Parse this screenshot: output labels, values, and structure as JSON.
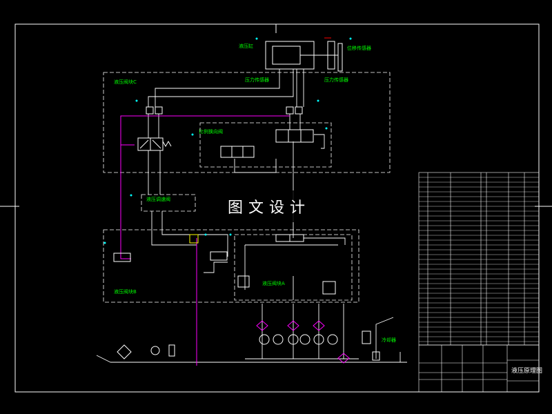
{
  "labels": {
    "cylinder": "液压缸",
    "displacement_sensor": "位移传感器",
    "pressure_sensor_left": "压力传感器",
    "pressure_sensor_right": "压力传感器",
    "valve_group_top": "液压阀块C",
    "proportional_valve": "比例换向阀",
    "flow_valve_group": "液压调速阀",
    "valve_group_bottom": "液压阀块B",
    "valve_group_a": "液压阀块A",
    "cooler": "冷却器"
  },
  "watermark": "图文设计",
  "title_block": {
    "drawing_title": "液压原理图"
  },
  "colors": {
    "background": "#000000",
    "line": "#ffffff",
    "label": "#00ff00",
    "magenta": "#ff00ff",
    "red": "#ff0000",
    "yellow": "#ffff00",
    "cyan": "#00ffff"
  }
}
